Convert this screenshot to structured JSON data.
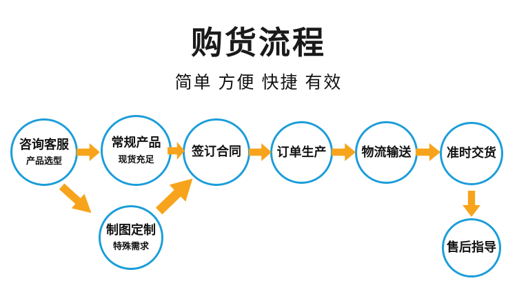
{
  "header": {
    "title": "购货流程",
    "subtitle": "简单 方便 快捷 有效"
  },
  "flow": {
    "steps": [
      {
        "label": "咨询客服",
        "sublabel": "产品选型"
      },
      {
        "label": "常规产品",
        "sublabel": "现货充足"
      },
      {
        "label": "签订合同",
        "sublabel": ""
      },
      {
        "label": "订单生产",
        "sublabel": ""
      },
      {
        "label": "物流输送",
        "sublabel": ""
      },
      {
        "label": "准时交货",
        "sublabel": ""
      }
    ],
    "branch_step": {
      "label": "制图定制",
      "sublabel": "特殊需求"
    },
    "final_step": {
      "label": "售后指导",
      "sublabel": ""
    }
  },
  "colors": {
    "circle_border": "#1b9dd9",
    "arrow": "#f7a41c",
    "title_color": "#1a1a1a",
    "text_color": "#111111"
  }
}
